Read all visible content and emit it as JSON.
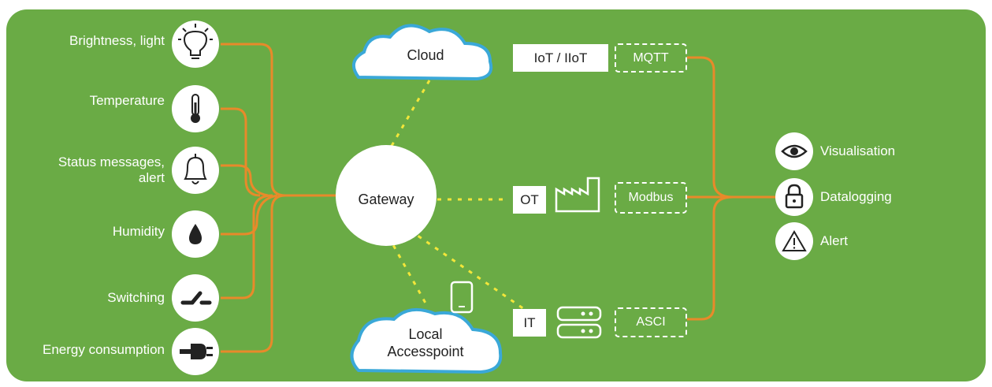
{
  "colors": {
    "background": "#6aab45",
    "orange_line": "#e88a2a",
    "yellow_dots": "#f2e63a",
    "cloud_fill": "#ffffff",
    "cloud_outline": "#3aa8d8"
  },
  "sensors": [
    {
      "label": "Brightness, light",
      "icon": "lightbulb-icon"
    },
    {
      "label": "Temperature",
      "icon": "thermometer-icon"
    },
    {
      "label": "Status messages,\nalert",
      "icon": "bell-icon"
    },
    {
      "label": "Humidity",
      "icon": "water-drop-icon"
    },
    {
      "label": "Switching",
      "icon": "switch-icon"
    },
    {
      "label": "Energy consumption",
      "icon": "plug-icon"
    }
  ],
  "gateway": {
    "label": "Gateway"
  },
  "clouds": {
    "cloud": "Cloud",
    "local": "Local\nAccesspoint"
  },
  "channels": [
    {
      "box": "IoT / IIoT",
      "protocol": "MQTT"
    },
    {
      "box": "OT",
      "protocol": "Modbus",
      "icon": "factory-icon"
    },
    {
      "box": "IT",
      "protocol": "ASCI",
      "icon": "server-icon"
    }
  ],
  "outputs": [
    {
      "label": "Visualisation",
      "icon": "eye-icon"
    },
    {
      "label": "Datalogging",
      "icon": "lock-icon"
    },
    {
      "label": "Alert",
      "icon": "warning-icon"
    }
  ],
  "device_icon": "smartphone-icon"
}
